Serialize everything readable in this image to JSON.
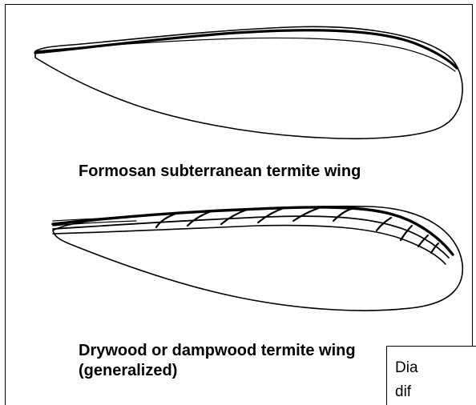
{
  "figure": {
    "caption_formosan": "Formosan subterranean termite wing",
    "caption_drywood_line1": "Drywood or dampwood termite wing",
    "caption_drywood_line2": "(generalized)"
  },
  "callout": {
    "text_partial": "Dia dif"
  }
}
